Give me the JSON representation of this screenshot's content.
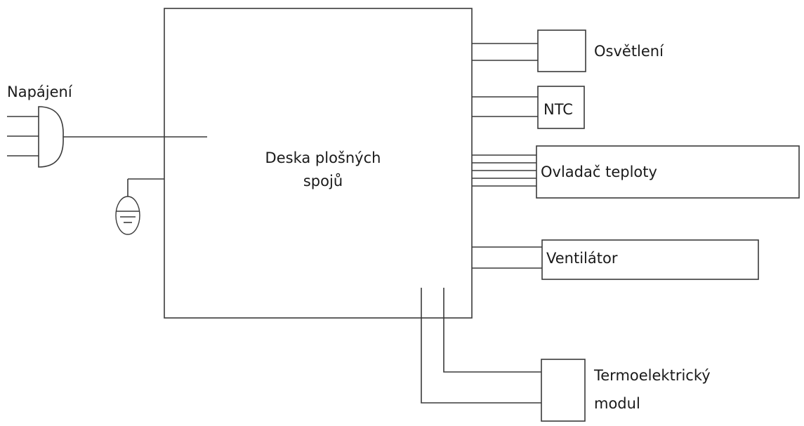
{
  "labels": {
    "power": "Napájení",
    "pcb_line1": "Deska plošných",
    "pcb_line2": "spojů",
    "lighting": "Osvětlení",
    "ntc": "NTC",
    "temp_controller": "Ovladač teploty",
    "fan": "Ventilátor",
    "thermo_line1": "Termoelektrický",
    "thermo_line2": "modul"
  },
  "colors": {
    "line": "#3a3a3a",
    "text": "#1a1a1a",
    "background": "#ffffff"
  },
  "icons": {
    "power": "power-plug-icon",
    "ground": "ground-icon"
  }
}
